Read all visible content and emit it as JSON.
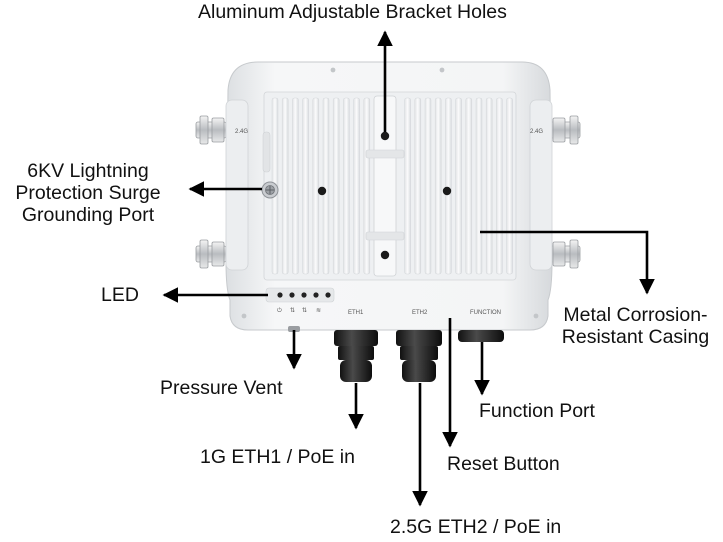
{
  "labels": {
    "bracket_holes": "Aluminum Adjustable Bracket Holes",
    "lightning": [
      "6KV Lightning",
      "Protection Surge",
      "Grounding Port"
    ],
    "led": "LED",
    "casing": [
      "Metal Corrosion-",
      "Resistant Casing"
    ],
    "pressure_vent": "Pressure Vent",
    "function_port": "Function Port",
    "eth1": "1G ETH1 / PoE in",
    "reset": "Reset Button",
    "eth2": "2.5G ETH2 / PoE in"
  },
  "device_markings": {
    "antenna_left": "2.4G",
    "antenna_right": "2.4G",
    "port_eth1": "ETH1",
    "port_eth2": "ETH2",
    "port_function": "FUNCTION"
  },
  "colors": {
    "text": "#111111",
    "arrow": "#000000",
    "device": "#f1f2f3"
  }
}
